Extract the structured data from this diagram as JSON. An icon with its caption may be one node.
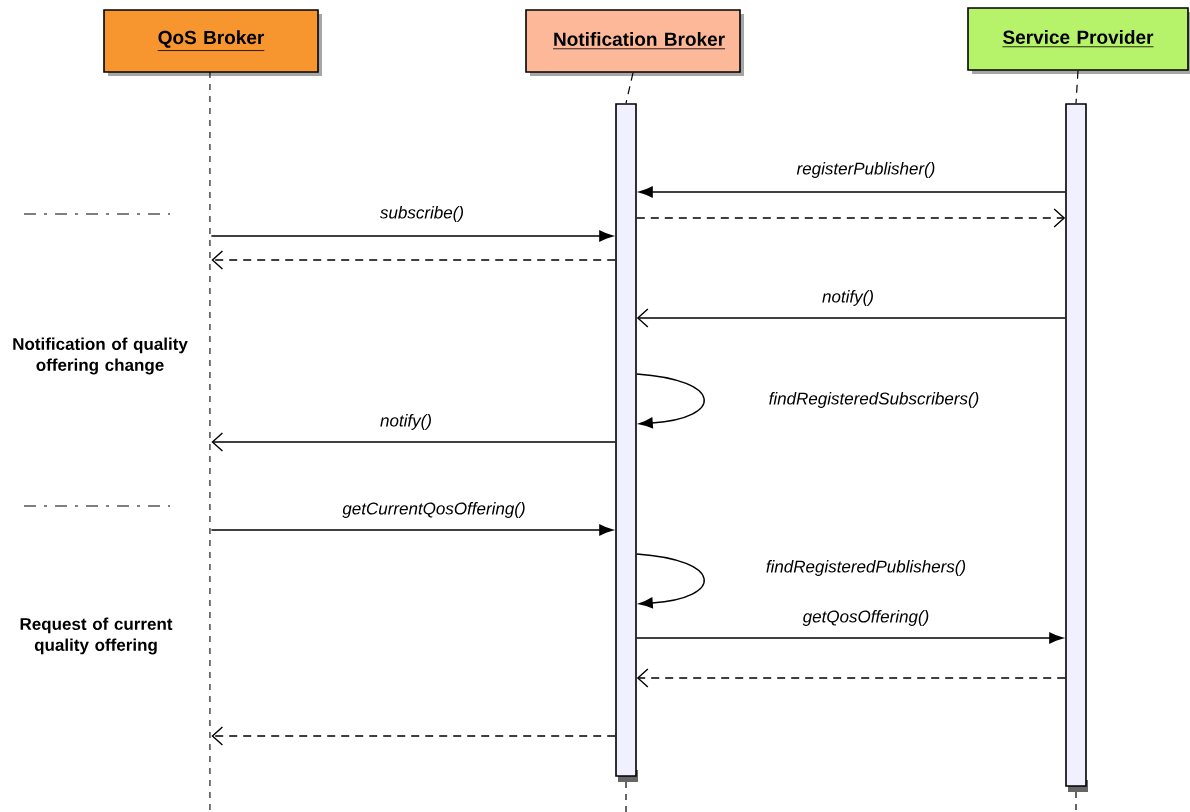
{
  "diagram": {
    "nodes": [
      {
        "text": [
          "QoS Broker"
        ]
      },
      {
        "text": [
          "Notification Broker"
        ]
      },
      {
        "text": [
          "Service Provider"
        ]
      },
      {
        "text": [],
        "shape": "line"
      },
      {
        "text": [],
        "shape": "bar"
      },
      {
        "text": [],
        "shape": "bar"
      }
    ],
    "edges": [
      {
        "from": 5,
        "to": 4,
        "arrow": "to",
        "label": "registerPublisher()"
      },
      {
        "from": 4,
        "to": 5,
        "arrow": "to",
        "style": "dashed"
      },
      {
        "from": 3,
        "to": 4,
        "arrow": "to",
        "label": "subscribe()"
      },
      {
        "from": 4,
        "to": 3,
        "arrow": "to",
        "style": "dashed"
      },
      {
        "from": 5,
        "to": 4,
        "arrow": "to",
        "label": "notify()"
      },
      {
        "from": 4,
        "to": 4,
        "arrow": "to",
        "label": "findRegisteredSubscribers()"
      },
      {
        "from": 4,
        "to": 3,
        "arrow": "to",
        "label": "notify()"
      },
      {
        "from": 3,
        "to": 4,
        "arrow": "to",
        "label": "getCurrentQosOffering()"
      },
      {
        "from": 4,
        "to": 4,
        "arrow": "to",
        "label": "findRegisteredPublishers()"
      },
      {
        "from": 4,
        "to": 5,
        "arrow": "to",
        "label": "getQosOffering()"
      },
      {
        "from": 5,
        "to": 4,
        "arrow": "to",
        "style": "dashed"
      },
      {
        "from": 4,
        "to": 3,
        "arrow": "to",
        "style": "dashed"
      },
      {
        "from": 1,
        "to": 4,
        "arrow": "none",
        "style": "dashed"
      },
      {
        "from": 2,
        "to": 5,
        "arrow": "none",
        "style": "dashed"
      }
    ],
    "labels": [
      "Notification of quality offering change",
      "Request of current quality offering"
    ]
  }
}
